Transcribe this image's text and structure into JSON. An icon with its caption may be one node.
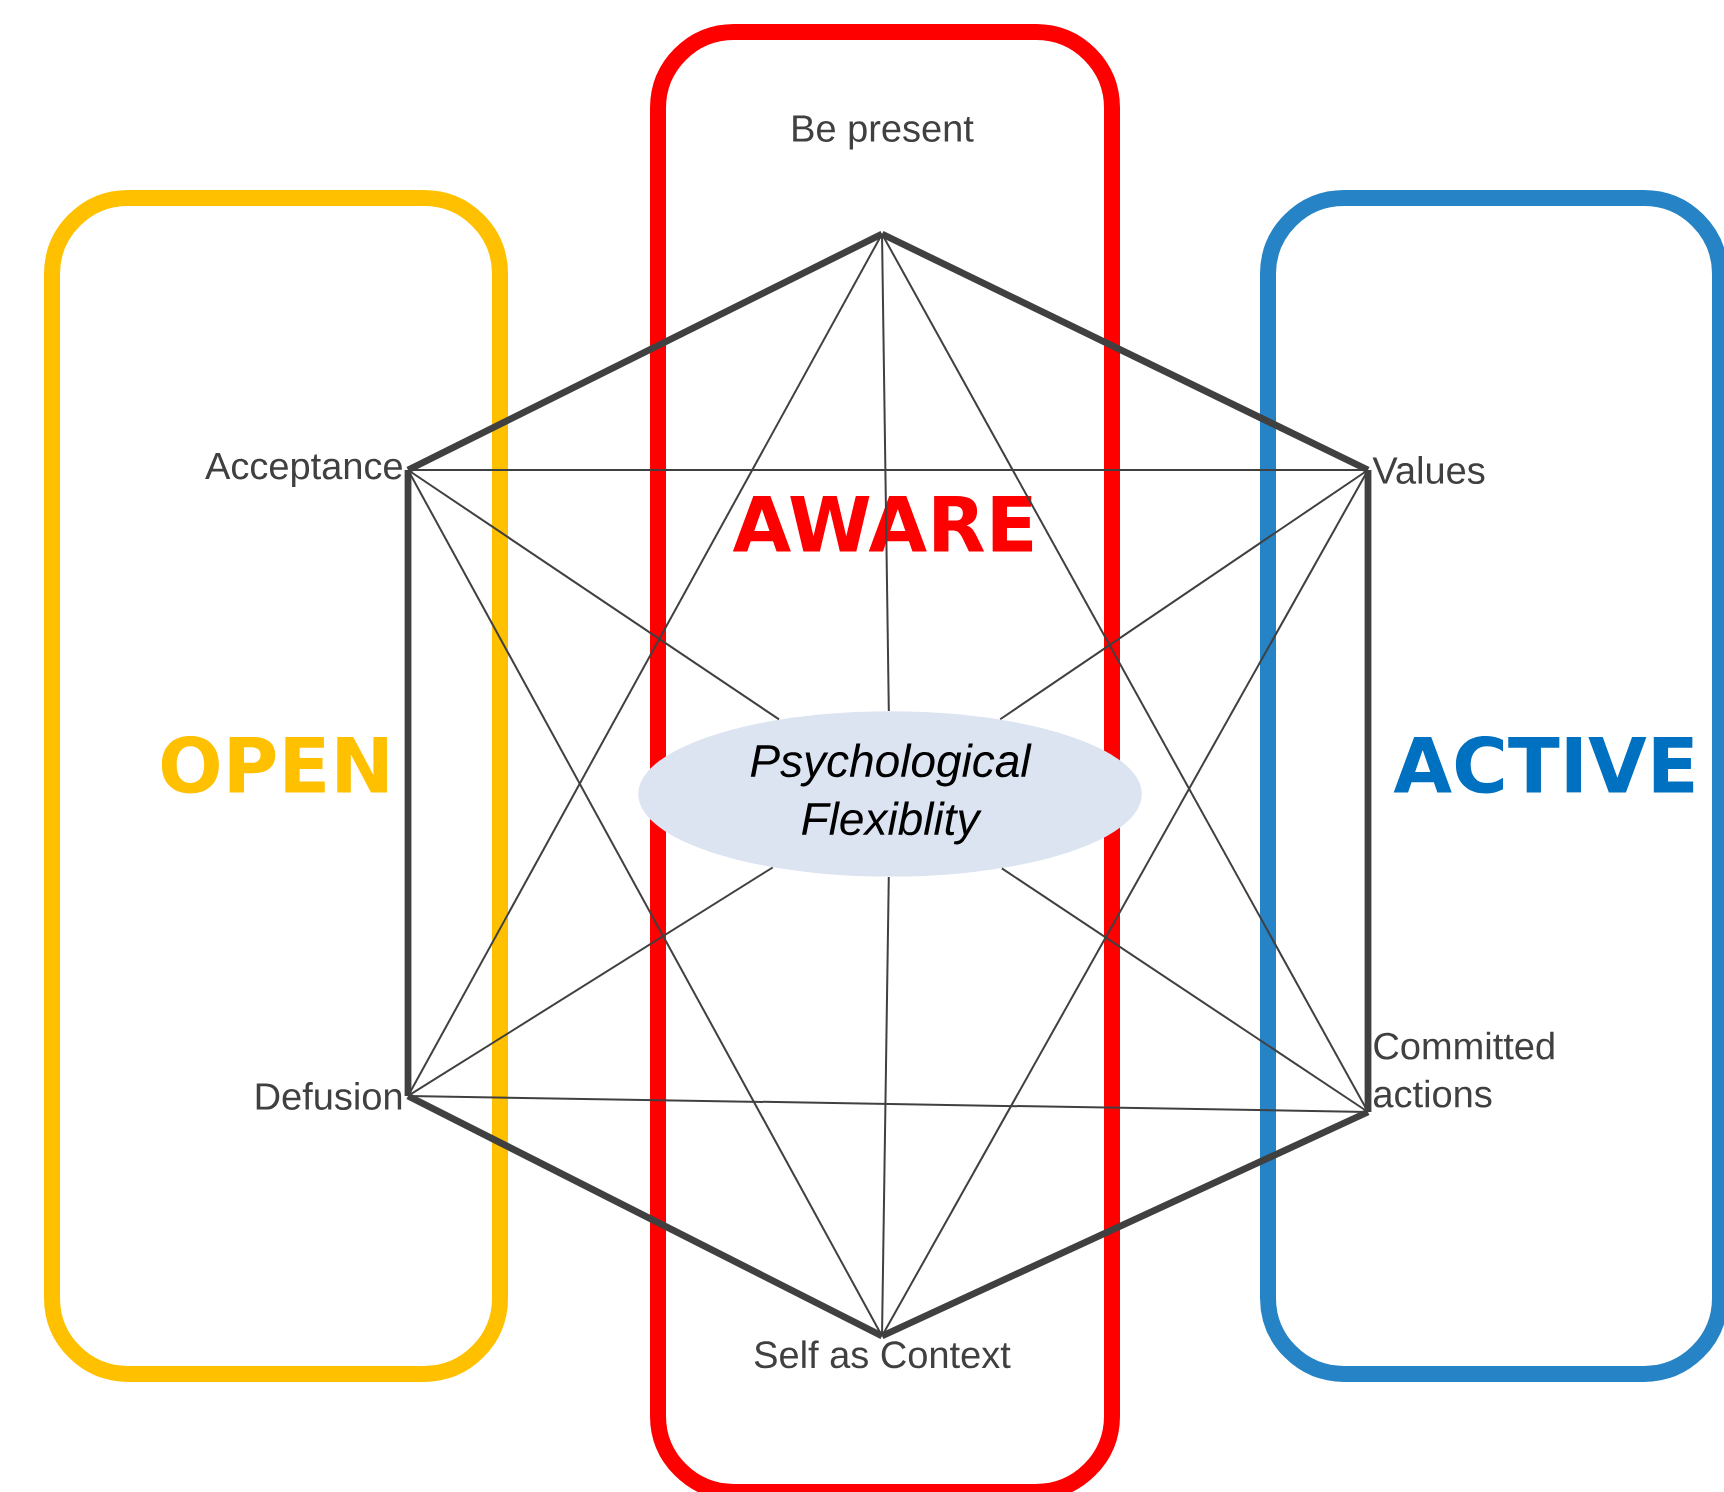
{
  "diagram": {
    "nodes": [
      {
        "text": [
          "OPEN"
        ]
      },
      {
        "text": [
          "Acceptance"
        ],
        "in": 0
      },
      {
        "text": [
          "Defusion"
        ],
        "in": 0
      },
      {
        "text": [
          "AWARE"
        ]
      },
      {
        "text": [
          "Be present"
        ],
        "in": 3
      },
      {
        "text": [
          "Psychological Flexiblity"
        ],
        "in": 3
      },
      {
        "text": [
          "Self as Context"
        ],
        "in": 3
      },
      {
        "text": [
          "ACTIVE"
        ]
      },
      {
        "text": [
          "Values"
        ],
        "in": 7
      },
      {
        "text": [
          "Committed actions"
        ],
        "in": 7
      }
    ],
    "edges": [
      {
        "from": 4,
        "to": 8,
        "arrow": "none",
        "style": "thick"
      },
      {
        "from": 8,
        "to": 9,
        "arrow": "none",
        "style": "thick"
      },
      {
        "from": 9,
        "to": 6,
        "arrow": "none",
        "style": "thick"
      },
      {
        "from": 6,
        "to": 2,
        "arrow": "none",
        "style": "thick"
      },
      {
        "from": 2,
        "to": 1,
        "arrow": "none",
        "style": "thick"
      },
      {
        "from": 1,
        "to": 4,
        "arrow": "none",
        "style": "thick"
      },
      {
        "from": 4,
        "to": 9,
        "arrow": "none"
      },
      {
        "from": 4,
        "to": 2,
        "arrow": "none"
      },
      {
        "from": 4,
        "to": 5,
        "arrow": "none"
      },
      {
        "from": 5,
        "to": 6,
        "arrow": "none"
      },
      {
        "from": 1,
        "to": 8,
        "arrow": "none"
      },
      {
        "from": 1,
        "to": 5,
        "arrow": "none"
      },
      {
        "from": 5,
        "to": 9,
        "arrow": "none"
      },
      {
        "from": 1,
        "to": 6,
        "arrow": "none"
      },
      {
        "from": 8,
        "to": 5,
        "arrow": "none"
      },
      {
        "from": 5,
        "to": 2,
        "arrow": "none"
      },
      {
        "from": 8,
        "to": 6,
        "arrow": "none"
      },
      {
        "from": 2,
        "to": 9,
        "arrow": "none"
      }
    ]
  }
}
